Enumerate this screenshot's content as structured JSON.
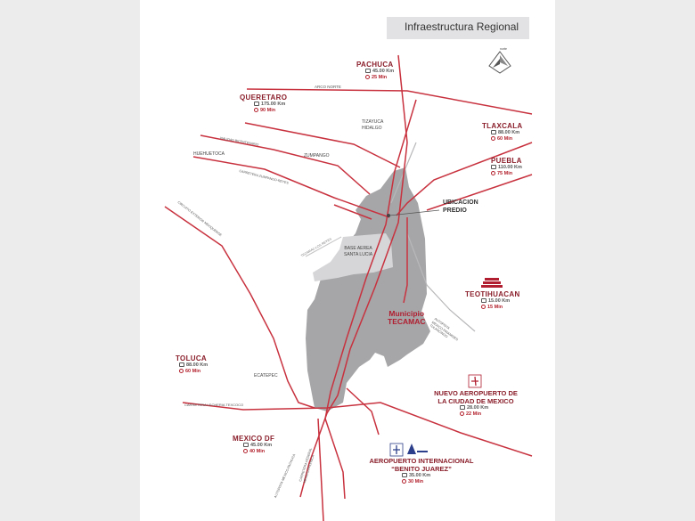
{
  "header": {
    "title": "Infraestructura Regional"
  },
  "compass": {
    "label": "norte",
    "icon": "north-arrow-icon"
  },
  "destinations": [
    {
      "id": "pachuca",
      "name": "PACHUCA",
      "distance": "45.00 Km",
      "time": "25 Min"
    },
    {
      "id": "queretaro",
      "name": "QUERETARO",
      "distance": "175.00 Km",
      "time": "90 Min"
    },
    {
      "id": "tlaxcala",
      "name": "TLAXCALA",
      "distance": "88.00 Km",
      "time": "60 Min"
    },
    {
      "id": "puebla",
      "name": "PUEBLA",
      "distance": "110.00 Km",
      "time": "75 Min"
    },
    {
      "id": "teotihuacan",
      "name": "TEOTIHUACAN",
      "distance": "15.00 Km",
      "time": "15 Min"
    },
    {
      "id": "toluca",
      "name": "TOLUCA",
      "distance": "88.00 Km",
      "time": "60 Min"
    },
    {
      "id": "mexico",
      "name": "MEXICO DF",
      "distance": "45.00 Km",
      "time": "40 Min"
    },
    {
      "id": "naicm",
      "name_line1": "NUEVO AEROPUERTO DE",
      "name_line2": "LA CIUDAD DE MEXICO",
      "distance": "28.00 Km",
      "time": "22 Min"
    },
    {
      "id": "aicm",
      "name_line1": "AEROPUERTO INTERNACIONAL",
      "name_line2": "“BENITO JUAREZ”",
      "distance": "35.00 Km",
      "time": "30 Min"
    }
  ],
  "places": {
    "tizayuca_line1": "TIZAYUCA",
    "tizayuca_line2": "HIDALGO",
    "zumpango": "ZUMPANGO",
    "huehuetoca": "HUEHUETOCA",
    "ecatepec": "ECATEPEC",
    "base_line1": "BASE AEREA",
    "base_line2": "SANTA LUCIA",
    "ubicacion_line1": "UBICACION",
    "ubicacion_line2": "PREDIO",
    "municipio_line1": "Municipio",
    "municipio_line2": "TECAMAC"
  },
  "roads": {
    "arco_norte": "ARCO NORTE",
    "huehuetoca_road": "VIALIDAD BICENTENARIO",
    "zumpango_road": "CARRETERA ZUMPANGO-REYES",
    "mexiquense": "CIRCUITO EXTERIOR MEXIQUENSE",
    "lecheria": "CARRETERA LECHERIA TEXCOCO",
    "autopista": "AUTOPISTA MEXICO-PACHUCA",
    "federal_line1": "CARRETERA FEDERAL",
    "federal_line2": "MEXICO-PACHUCA",
    "local_road": "TECAMAC-LOS REYES",
    "piramides_line1": "AUTOPISTA",
    "piramides_line2": "MEXICO PIRAMIDES",
    "piramides_line3": "TULANCINGO"
  },
  "colors": {
    "road": "#c8323f",
    "municipality": "#a6a6a8",
    "base": "#d6d6d8",
    "minor_road": "#b8b8ba",
    "title_bar": "#e2e2e4"
  }
}
